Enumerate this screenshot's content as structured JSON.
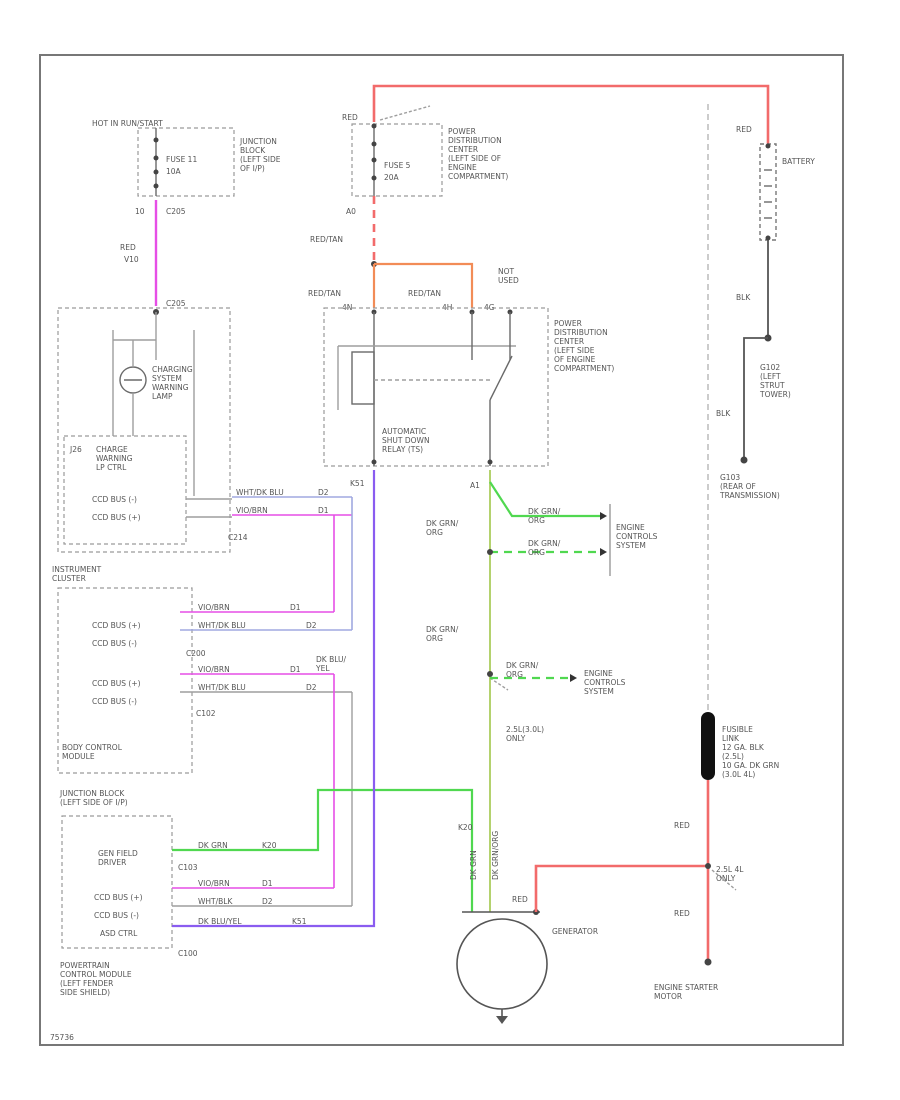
{
  "colors": {
    "red": "#f26b6b",
    "pink": "#e64ee6",
    "orange": "#f28c57",
    "purple": "#8a5cf0",
    "green": "#50d850",
    "lime": "#b4d26e",
    "gray": "#9e9e9e",
    "light_blue": "#a0a8e0"
  },
  "labels": {
    "hot_run": "HOT IN RUN/START",
    "junction_block_title": "JUNCTION\nBLOCK\n(LEFT SIDE\nOF I/P)",
    "fuse11": "FUSE 11",
    "fuse11_amp": "10A",
    "pin_a_left": "10",
    "conn_c205": "C205",
    "wire_red_left": "RED",
    "wire_code_left": "V10",
    "conn_c205_2": "C205",
    "lamp_title": "CHARGING\nSYSTEM\nWARNING\nLAMP",
    "charge_ctrl": "CHARGE\nWARNING\nLP CTRL",
    "charge_ctrl_pin": "J26",
    "ccd_bus_minus_1": "CCD BUS (-)",
    "ccd_bus_plus_1": "CCD BUS (+)",
    "wire_wht_blu_1": "WHT/DK BLU",
    "wire_wht_blu_1_code": "D2",
    "wire_vio_brn_1": "VIO/BRN",
    "wire_vio_brn_1_code": "D1",
    "conn_c214": "C214",
    "instrument_cluster": "INSTRUMENT\nCLUSTER",
    "ccd_bus_plus_2": "CCD BUS (+)",
    "ccd_bus_minus_2": "CCD BUS (-)",
    "wire_vio_brn_2": "VIO/BRN",
    "wire_vio_brn_2_code": "D1",
    "wire_wht_blu_2": "WHT/DK BLU",
    "wire_wht_blu_2_code": "D2",
    "conn_c200": "C200",
    "ccd_bus_plus_3": "CCD BUS (+)",
    "ccd_bus_minus_3": "CCD BUS (-)",
    "wire_vio_brn_3": "VIO/BRN",
    "wire_vio_brn_3_code": "D1",
    "wire_wht_blu_3": "WHT/DK BLU",
    "wire_wht_blu_3_code": "D2",
    "conn_c102": "C102",
    "body_control": "BODY CONTROL\nMODULE",
    "junction_block_2": "JUNCTION BLOCK\n(LEFT SIDE OF I/P)",
    "genfield_driver": "GEN FIELD\nDRIVER",
    "wire_dk_grn_1": "DK GRN",
    "wire_dk_grn_1_code": "K20",
    "conn_c103": "C103",
    "ccd_bus_plus_4": "CCD BUS (+)",
    "ccd_bus_minus_4": "CCD BUS (-)",
    "asd_ctrl": "ASD CTRL",
    "wire_vio_brn_4": "VIO/BRN",
    "wire_vio_brn_4_code": "D1",
    "wire_wht_blu_4": "WHT/BLK",
    "wire_wht_blu_4_code": "D2",
    "wire_dk_blu_yel": "DK BLU/YEL",
    "wire_dk_blu_yel_code": "K51",
    "conn_c100": "C100",
    "pcm": "POWERTRAIN\nCONTROL MODULE\n(LEFT FENDER\nSIDE SHIELD)",
    "red_top": "RED",
    "pdc_title": "POWER\nDISTRIBUTION\nCENTER\n(LEFT SIDE OF\nENGINE\nCOMPARTMENT)",
    "fuse5": "FUSE 5",
    "fuse5_amp": "20A",
    "pin_a_top": "A0",
    "red_tan_1": "RED/TAN",
    "red_tan_2": "RED/TAN",
    "red_tan_3": "RED/TAN",
    "red_tan_pin_1": "4N",
    "red_tan_pin_2": "4H",
    "red_tan_pin_3": "4G",
    "not_used": "NOT\nUSED",
    "pdc_title_2": "POWER\nDISTRIBUTION\nCENTER\n(LEFT SIDE\nOF ENGINE\nCOMPARTMENT)",
    "asd_relay": "AUTOMATIC\nSHUT DOWN\nRELAY (TS)",
    "k51": "K51",
    "a1_1": "A1",
    "dk_grn_org_1": "DK GRN/\nORG",
    "dk_grn_org_2": "DK GRN/\nORG",
    "dk_grn_org_3": "DK GRN/\nORG",
    "dk_grn_org_4": "DK GRN/\nORG",
    "dk_grn_org_5": "DK GRN/\nORG",
    "engine_controls_1": "ENGINE\nCONTROLS\nSYSTEM",
    "engine_controls_2": "ENGINE\nCONTROLS\nSYSTEM",
    "dk_blu_v_label": "DK BLU/\nYEL",
    "two_slc_only": "2.5L(3.0L)\nONLY",
    "red_right": "RED",
    "battery": "BATTERY",
    "blk_1": "BLK",
    "g102_title": "G102\n(LEFT\nSTRUT\nTOWER)",
    "blk_2": "BLK",
    "g103_title": "G103\n(REAR OF\nTRANSMISSION)",
    "fusible_link": "FUSIBLE\nLINK\n12 GA. BLK\n(2.5L)\n10 GA. DK GRN\n(3.0L 4L)",
    "red_right_2": "RED",
    "red_right_3": "RED",
    "two_five_only": "2.5L 4L\nONLY",
    "generator": "GENERATOR",
    "red_gen": "RED",
    "starter": "ENGINE STARTER\nMOTOR",
    "k20_label": "K20",
    "wire_dkgrn_v1": "DK GRN",
    "wire_dkgrn_v2": "DK GRN/ORG",
    "diagram_id": "75736"
  }
}
